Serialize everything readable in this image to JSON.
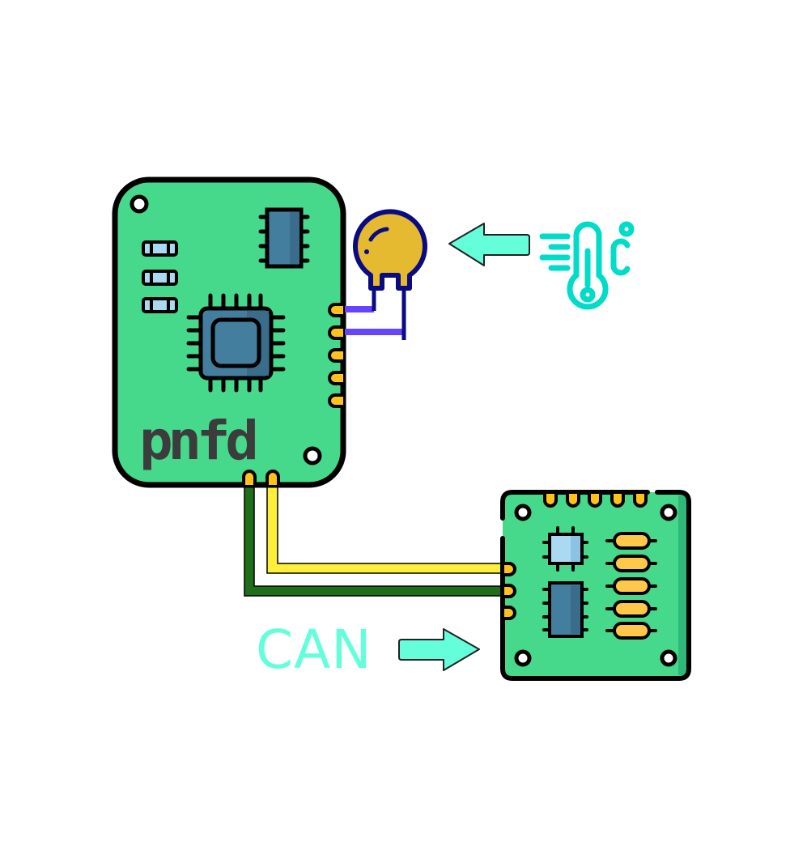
{
  "diagram": {
    "main_board": {
      "label": "pnfd",
      "color": "#47d98b",
      "outline": "#000000"
    },
    "sensor": {
      "name": "thermistor",
      "body_color": "#e5b930",
      "outline": "#0a0a82",
      "wire_color": "#6644ff"
    },
    "temperature_icon": {
      "name": "thermometer-celsius",
      "unit_label": "°C",
      "color": "#00dcc8"
    },
    "arrows": [
      {
        "name": "temperature-to-sensor-arrow",
        "direction": "left",
        "color": "#64ffda"
      },
      {
        "name": "can-to-board-arrow",
        "direction": "right",
        "color": "#64ffda"
      }
    ],
    "bus": {
      "label": "CAN",
      "label_color": "#64ffda",
      "wires": [
        {
          "name": "can-high",
          "color": "#ffef3a"
        },
        {
          "name": "can-low",
          "color": "#1f6e1a"
        }
      ]
    },
    "secondary_board": {
      "name": "can-transceiver-board",
      "color": "#47d98b"
    }
  }
}
